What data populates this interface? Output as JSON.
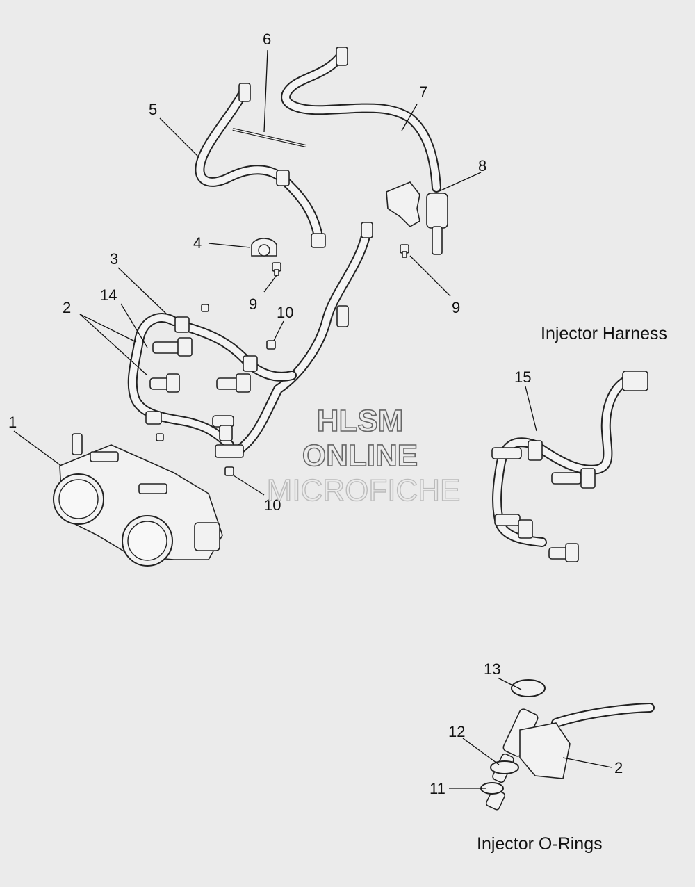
{
  "section_titles": {
    "injector_harness": "Injector Harness",
    "injector_orings": "Injector O-Rings"
  },
  "watermark": {
    "line1": "HLSM",
    "line2": "ONLINE",
    "line3": "MICROFICHE"
  },
  "callouts": {
    "c1": "1",
    "c2a": "2",
    "c2b": "2",
    "c3": "3",
    "c4": "4",
    "c5": "5",
    "c6": "6",
    "c7": "7",
    "c8": "8",
    "c9a": "9",
    "c9b": "9",
    "c10a": "10",
    "c10b": "10",
    "c11": "11",
    "c12": "12",
    "c13": "13",
    "c14": "14",
    "c15": "15"
  }
}
